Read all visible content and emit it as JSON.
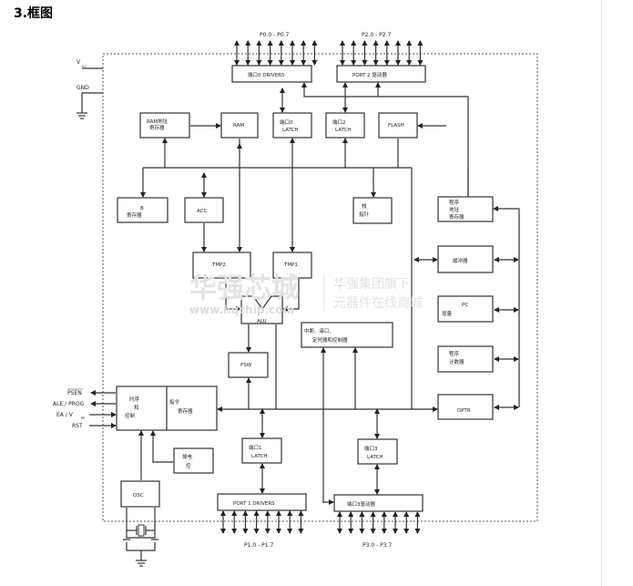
{
  "heading": "3.框图",
  "watermark": {
    "brand": "华强芯城",
    "url": "www.hqchip.com",
    "line1": "华强集团旗下",
    "line2": "元器件在线商城"
  },
  "pins": {
    "vcc": "V",
    "vcc_sub": "CC",
    "gnd": "GND",
    "psen": "PSEN",
    "ale": "ALE / PROG",
    "ea": "EA / V",
    "ea_sub": "PP",
    "rst": "RST"
  },
  "port_labels": {
    "p0": "P0.0 - P0.7",
    "p2": "P2.0 - P2.7",
    "p1": "P1.0 - P1.7",
    "p3": "P3.0 - P3.7"
  },
  "blocks": {
    "p0_drivers": "端口0 DRIVERS",
    "p2_drivers": "PORT 2 驱动器",
    "ram_addr_1": "RAM地址",
    "ram_addr_2": "寄存器",
    "ram": "RAM",
    "p0_latch_1": "端口0",
    "p0_latch_2": "LATCH",
    "p2_latch_1": "端口2",
    "p2_latch_2": "LATCH",
    "flash": "FLASH",
    "b_reg_1": "B",
    "b_reg_2": "寄存器",
    "acc": "ACC",
    "sp_1": "栈",
    "sp_2": "指针",
    "prog_addr_1": "程序",
    "prog_addr_2": "地址",
    "prog_addr_3": "寄存器",
    "buffer": "缓冲器",
    "pc_incr_1": "PC",
    "pc_incr_2": "增量",
    "pc_1": "程序",
    "pc_2": "计数器",
    "dptr_1": "DPTR",
    "dptr_2": "",
    "tmp2": "TMP2",
    "tmp1": "TMP1",
    "alu": "ALU",
    "interrupt_1": "中断、串口、",
    "interrupt_2": "定时器和控制器",
    "psw": "PSW",
    "timing_1": "时序",
    "timing_2": "和",
    "timing_3": "控制",
    "instr_1": "指令",
    "instr_2": "寄存器",
    "p1_latch_1": "端口1",
    "p1_latch_2": "LATCH",
    "p3_latch_1": "端口3",
    "p3_latch_2": "LATCH",
    "p1_drivers": "PORT 1 DRIVERS",
    "p3_drivers": "端口3驱动器",
    "osc": "OSC",
    "powerdown_1": "掉电",
    "powerdown_2": "控"
  }
}
